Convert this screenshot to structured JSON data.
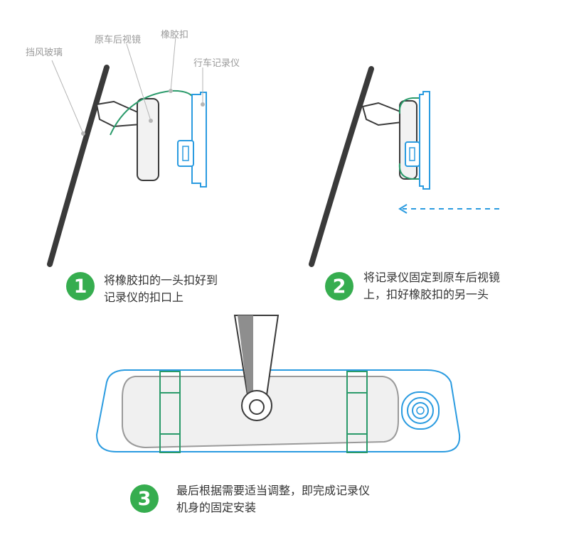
{
  "labels": {
    "windshield": "挡风玻璃",
    "original_mirror": "原车后视镜",
    "rubber_buckle": "橡胶扣",
    "dashcam": "行车记录仪"
  },
  "steps": [
    {
      "number": "1",
      "line1": "将橡胶扣的一头扣好到",
      "line2": "记录仪的扣口上"
    },
    {
      "number": "2",
      "line1": "将记录仪固定到原车后视镜",
      "line2": "上，扣好橡胶扣的另一头"
    },
    {
      "number": "3",
      "line1": "最后根据需要适当调整，即完成记录仪",
      "line2": "机身的固定安装"
    }
  ],
  "colors": {
    "badge": "#36ad4f",
    "dashcam_outline": "#2a9be0",
    "rubber_strap": "#2a9a6a",
    "glass": "#3a3a3a"
  }
}
